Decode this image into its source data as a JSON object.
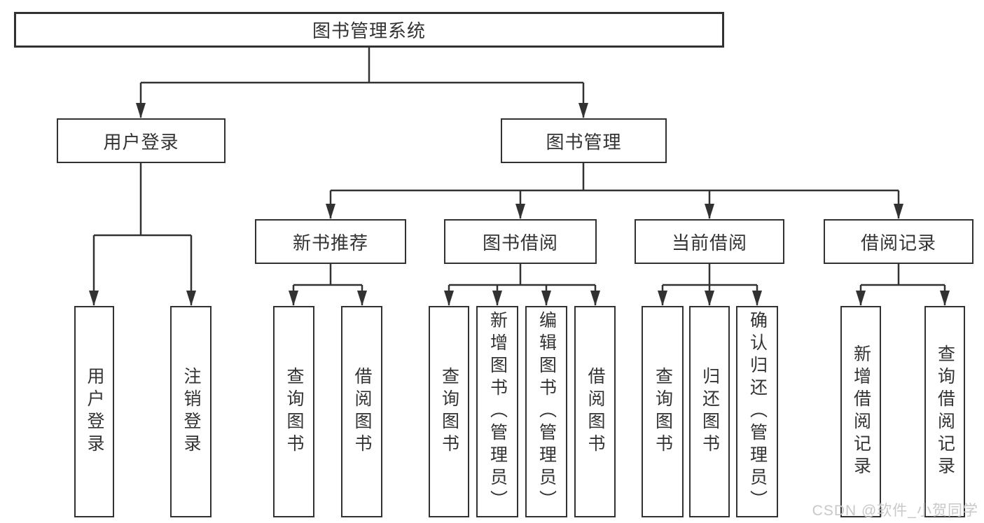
{
  "diagram": {
    "title": "图书管理系统",
    "watermark": "CSDN @软件_小贺同学",
    "colors": {
      "line": "#323232",
      "box_border": "#323232",
      "text": "#333333",
      "background": "#ffffff",
      "watermark_text": "#c8c8c8"
    },
    "tree": {
      "label": "图书管理系统",
      "children": [
        {
          "label": "用户登录",
          "children": [
            {
              "label": "用户登录"
            },
            {
              "label": "注销登录"
            }
          ]
        },
        {
          "label": "图书管理",
          "children": [
            {
              "label": "新书推荐",
              "children": [
                {
                  "label": "查询图书"
                },
                {
                  "label": "借阅图书"
                }
              ]
            },
            {
              "label": "图书借阅",
              "children": [
                {
                  "label": "查询图书"
                },
                {
                  "label": "新增图书（管理员）"
                },
                {
                  "label": "编辑图书（管理员）"
                },
                {
                  "label": "借阅图书"
                }
              ]
            },
            {
              "label": "当前借阅",
              "children": [
                {
                  "label": "查询图书"
                },
                {
                  "label": "归还图书"
                },
                {
                  "label": "确认归还（管理员）"
                }
              ]
            },
            {
              "label": "借阅记录",
              "children": [
                {
                  "label": "新增借阅记录"
                },
                {
                  "label": "查询借阅记录"
                }
              ]
            }
          ]
        }
      ]
    }
  }
}
